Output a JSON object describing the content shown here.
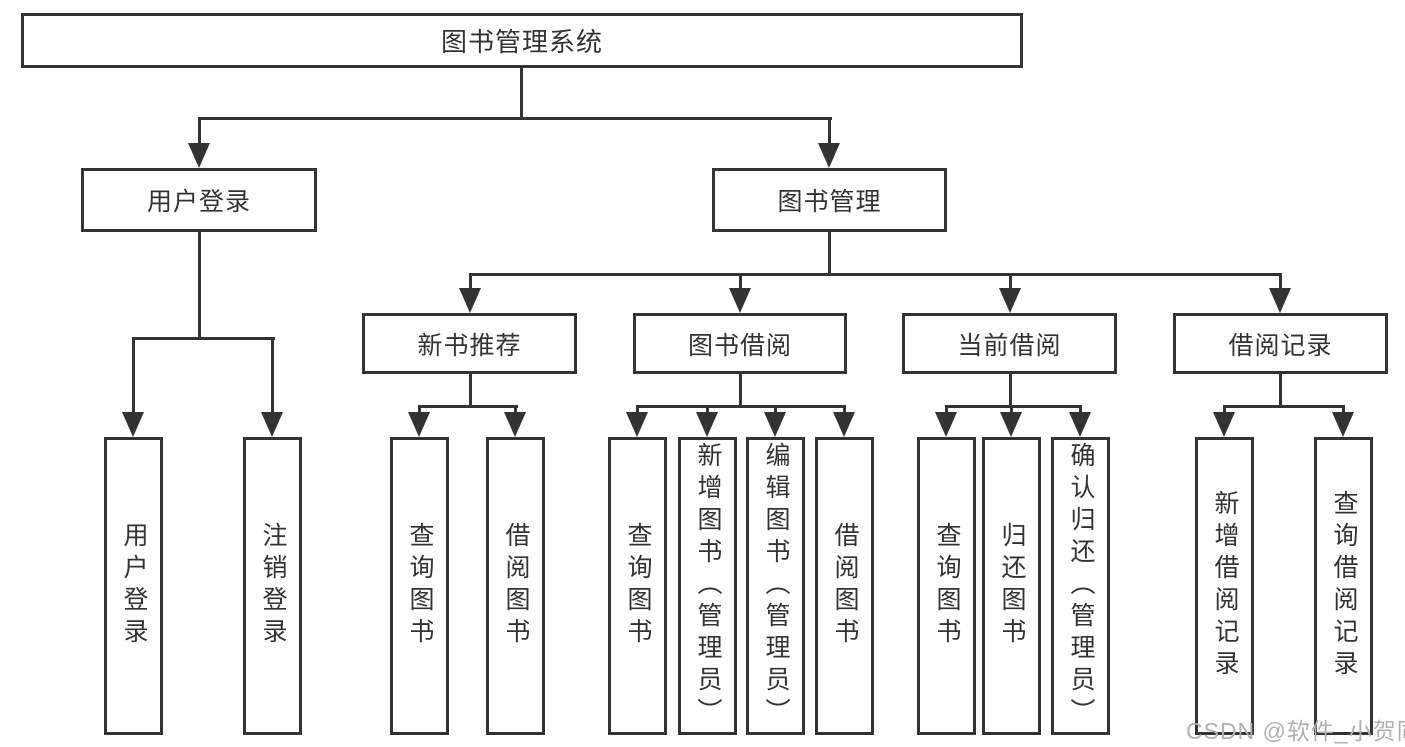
{
  "diagram": {
    "root": {
      "label": "图书管理系统"
    },
    "branches": [
      {
        "label": "用户登录",
        "children": [
          "用户登录",
          "注销登录"
        ]
      },
      {
        "label": "图书管理",
        "children": [
          {
            "label": "新书推荐",
            "children": [
              "查询图书",
              "借阅图书"
            ]
          },
          {
            "label": "图书借阅",
            "children": [
              "查询图书",
              "新增图书（管理员）",
              "编辑图书（管理员）",
              "借阅图书"
            ]
          },
          {
            "label": "当前借阅",
            "children": [
              "查询图书",
              "归还图书",
              "确认归还（管理员）"
            ]
          },
          {
            "label": "借阅记录",
            "children": [
              "新增借阅记录",
              "查询借阅记录"
            ]
          }
        ]
      }
    ],
    "watermark": "CSDN @软件_小贺同学",
    "colors": {
      "line": "#333333",
      "text": "#333333",
      "background": "#FFFFFF",
      "watermark": "#B0B0B0"
    }
  }
}
